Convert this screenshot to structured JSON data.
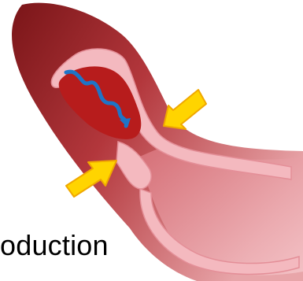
{
  "caption": {
    "text": "oduction"
  },
  "colors": {
    "vessel_dark": "#8e1f24",
    "vessel_mid": "#c23a3f",
    "vessel_light": "#e8a5a9",
    "vessel_wall": "#f4b9bf",
    "blood_interior": "#b71c1c",
    "blood_flow_line": "#1f74c7",
    "arrow_fill": "#ffd400",
    "arrow_stroke": "#f0a800"
  },
  "icons": [
    "blood-vessel-illustration",
    "constriction-arrow",
    "blood-flow-squiggle"
  ]
}
